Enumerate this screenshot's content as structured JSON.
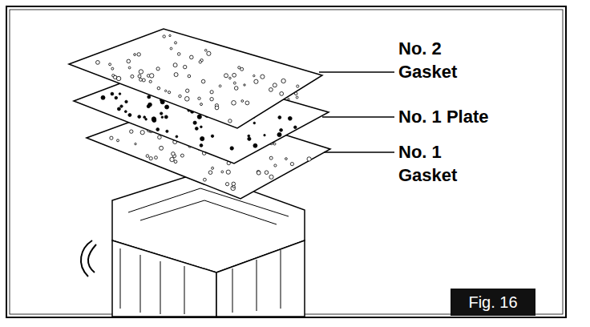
{
  "diagram": {
    "nodes": [
      {
        "text": [
          "Fig. 16"
        ]
      }
    ],
    "labels": [
      "No. 2 Gasket",
      "No. 1 Plate",
      "No. 1 Gasket"
    ]
  }
}
